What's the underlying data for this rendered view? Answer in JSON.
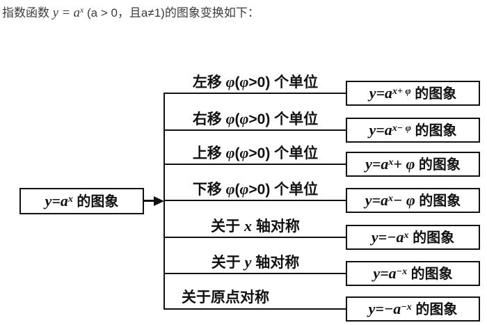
{
  "title": {
    "parts": [
      {
        "s": "t-cn",
        "t": "指数函数 "
      },
      {
        "s": "t-mi",
        "t": "y = a"
      },
      {
        "s": "t-sup",
        "t": "x"
      },
      {
        "s": "t-cn",
        "t": " (a > 0，且a≠1)的图象变换如下："
      }
    ]
  },
  "diagram": {
    "colors": {
      "line": "#111111",
      "title_text": "#3c3c3c",
      "background": "#ffffff"
    },
    "source_box": {
      "parts": [
        {
          "s": "m",
          "t": "y=a"
        },
        {
          "s": "sup",
          "t": "x"
        },
        {
          "s": "cn",
          "t": " 的图象"
        }
      ]
    },
    "branches": [
      {
        "label": [
          {
            "s": "cn",
            "t": "左移 "
          },
          {
            "s": "m",
            "t": "φ"
          },
          {
            "s": "cn",
            "t": "("
          },
          {
            "s": "m",
            "t": "φ"
          },
          {
            "s": "cn",
            "t": ">0) 个单位"
          }
        ],
        "result": [
          {
            "s": "m",
            "t": "y=a"
          },
          {
            "s": "sup",
            "t": "x+ φ"
          },
          {
            "s": "cn",
            "t": " 的图象"
          }
        ]
      },
      {
        "label": [
          {
            "s": "cn",
            "t": "右移 "
          },
          {
            "s": "m",
            "t": "φ"
          },
          {
            "s": "cn",
            "t": "("
          },
          {
            "s": "m",
            "t": "φ"
          },
          {
            "s": "cn",
            "t": ">0) 个单位"
          }
        ],
        "result": [
          {
            "s": "m",
            "t": "y=a"
          },
          {
            "s": "sup",
            "t": "x− φ"
          },
          {
            "s": "cn",
            "t": " 的图象"
          }
        ]
      },
      {
        "label": [
          {
            "s": "cn",
            "t": "上移 "
          },
          {
            "s": "m",
            "t": "φ"
          },
          {
            "s": "cn",
            "t": "("
          },
          {
            "s": "m",
            "t": "φ"
          },
          {
            "s": "cn",
            "t": ">0) 个单位"
          }
        ],
        "result": [
          {
            "s": "m",
            "t": "y=a"
          },
          {
            "s": "sup",
            "t": "x"
          },
          {
            "s": "m",
            "t": "+ φ"
          },
          {
            "s": "cn",
            "t": " 的图象"
          }
        ]
      },
      {
        "label": [
          {
            "s": "cn",
            "t": "下移 "
          },
          {
            "s": "m",
            "t": "φ"
          },
          {
            "s": "cn",
            "t": "("
          },
          {
            "s": "m",
            "t": "φ"
          },
          {
            "s": "cn",
            "t": ">0) 个单位"
          }
        ],
        "result": [
          {
            "s": "m",
            "t": "y=a"
          },
          {
            "s": "sup",
            "t": "x"
          },
          {
            "s": "m",
            "t": "− φ"
          },
          {
            "s": "cn",
            "t": " 的图象"
          }
        ]
      },
      {
        "label": [
          {
            "s": "cn",
            "t": "关于 "
          },
          {
            "s": "m",
            "t": "x"
          },
          {
            "s": "cn",
            "t": " 轴对称"
          }
        ],
        "result": [
          {
            "s": "m",
            "t": "y=−a"
          },
          {
            "s": "sup",
            "t": "x"
          },
          {
            "s": "cn",
            "t": " 的图象"
          }
        ]
      },
      {
        "label": [
          {
            "s": "cn",
            "t": "关于 "
          },
          {
            "s": "m",
            "t": "y"
          },
          {
            "s": "cn",
            "t": " 轴对称"
          }
        ],
        "result": [
          {
            "s": "m",
            "t": "y=a"
          },
          {
            "s": "sup",
            "t": "−x"
          },
          {
            "s": "cn",
            "t": " 的图象"
          }
        ]
      },
      {
        "label": [
          {
            "s": "cn",
            "t": "关于原点对称"
          }
        ],
        "result": [
          {
            "s": "m",
            "t": "y=−a"
          },
          {
            "s": "sup",
            "t": "−x"
          },
          {
            "s": "cn",
            "t": " 的图象"
          }
        ]
      }
    ]
  }
}
